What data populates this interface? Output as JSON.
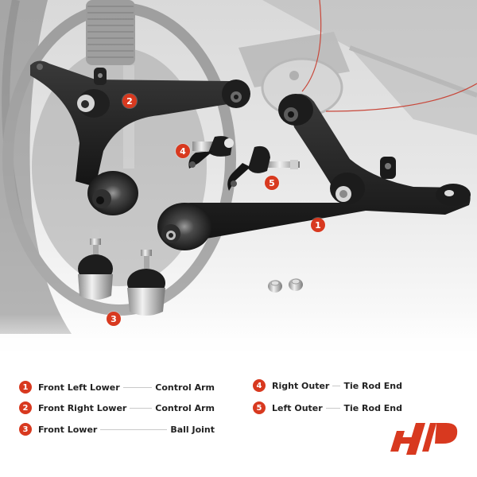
{
  "scene": {
    "description": "Suspension kit product photo: two upper control arms, two outer tie rod ends, two ball joints with nuts, over a faded vehicle chassis background",
    "callouts": [
      {
        "number": "1",
        "part": "front-left-lower-control-arm"
      },
      {
        "number": "2",
        "part": "front-right-lower-control-arm"
      },
      {
        "number": "3",
        "part": "front-lower-ball-joint"
      },
      {
        "number": "4",
        "part": "right-outer-tie-rod-end"
      },
      {
        "number": "5",
        "part": "left-outer-tie-rod-end"
      }
    ]
  },
  "legend": {
    "items": [
      {
        "number": "1",
        "left": "Front Left Lower",
        "right": "Control Arm"
      },
      {
        "number": "2",
        "left": "Front Right Lower",
        "right": "Control Arm"
      },
      {
        "number": "3",
        "left": "Front Lower",
        "right": "Ball Joint"
      },
      {
        "number": "4",
        "left": "Right Outer",
        "right": "Tie Rod End"
      },
      {
        "number": "5",
        "left": "Left Outer",
        "right": "Tie Rod End"
      }
    ]
  },
  "brand": {
    "logo_name": "A-Premium logo",
    "accent_color": "#d8391f"
  }
}
